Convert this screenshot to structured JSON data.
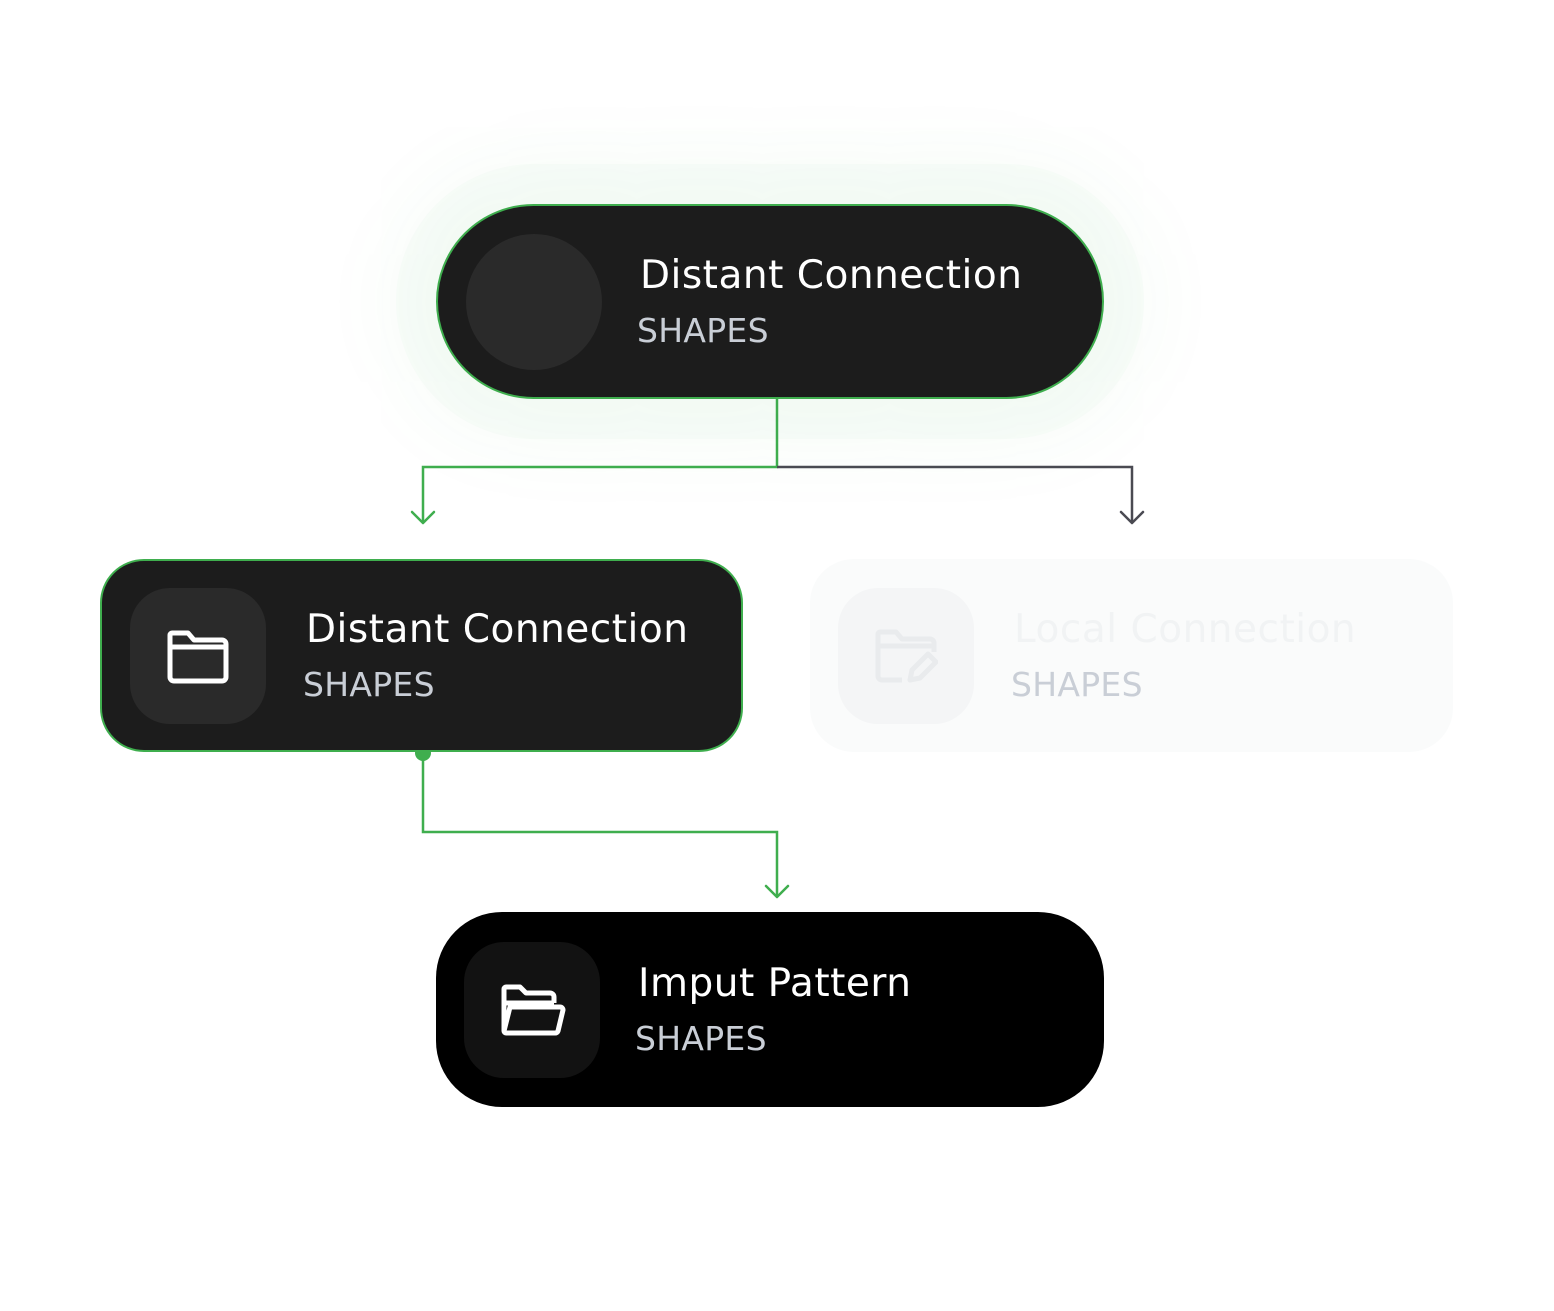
{
  "diagram": {
    "nodes": [
      {
        "id": "root",
        "title": "Distant Connection",
        "subtitle": "SHAPES",
        "icon": "none",
        "state": "active"
      },
      {
        "id": "left",
        "title": "Distant Connection",
        "subtitle": "SHAPES",
        "icon": "folder-icon",
        "state": "active"
      },
      {
        "id": "right",
        "title": "Local Connection",
        "subtitle": "SHAPES",
        "icon": "folder-edit-icon",
        "state": "disabled"
      },
      {
        "id": "bottom",
        "title": "Imput Pattern",
        "subtitle": "SHAPES",
        "icon": "folder-open-icon",
        "state": "default"
      }
    ],
    "edges": [
      {
        "from": "root",
        "to": "left",
        "state": "active"
      },
      {
        "from": "root",
        "to": "right",
        "state": "inactive"
      },
      {
        "from": "left",
        "to": "bottom",
        "state": "active"
      }
    ]
  },
  "colors": {
    "active_edge": "#3fae4e",
    "inactive_edge": "#4a4a52",
    "node_dark": "#1c1c1c",
    "node_black": "#000000",
    "subtitle": "#c9ced6"
  }
}
